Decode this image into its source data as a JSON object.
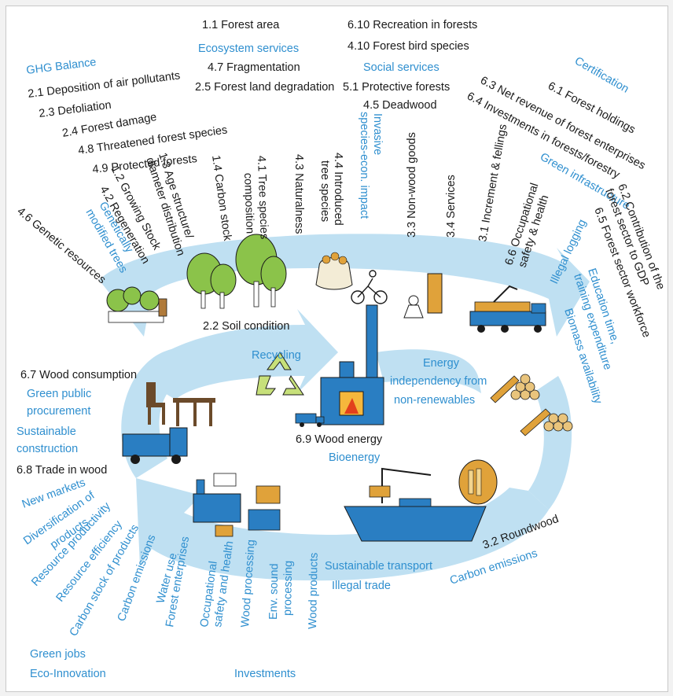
{
  "colors": {
    "cycle": "#bfe0f2",
    "text": "#1a1a1a",
    "accent": "#2f8fcf",
    "illustration": "#2a7ec2"
  },
  "top_labels": {
    "forest_area": "1.1 Forest area",
    "ecosystem_services": "Ecosystem services",
    "fragmentation": "4.7 Fragmentation",
    "land_degradation": "2.5 Forest land degradation",
    "recreation": "6.10 Recreation in forests",
    "bird_species": "4.10 Forest bird species",
    "social_services": "Social services",
    "protective_forests": "5.1 Protective forests",
    "deadwood": "4.5 Deadwood"
  },
  "upper_left_labels": {
    "ghg_balance": "GHG Balance",
    "air_pollutants": "2.1 Deposition of air pollutants",
    "defoliation": "2.3 Defoliation",
    "forest_damage": "2.4 Forest damage",
    "threatened_species": "4.8 Threatened forest species",
    "protected_forests": "4.9 Protected forests"
  },
  "upper_right_labels": {
    "certification": "Certification",
    "forest_holdings": "6.1 Forest holdings",
    "net_revenue": "6.3 Net revenue of forest enterprises",
    "investments": "6.4 Investments in forests/forestry",
    "green_infrastructure": "Green infrastructure"
  },
  "vertical_labels": {
    "genetic_resources": "4.6 Genetic resources",
    "gm_trees_1": "Genetically",
    "gm_trees_2": "modified trees",
    "regeneration": "4.2 Regeneration",
    "growing_stock": "1.2 Growing Stock",
    "age_structure_1": "1.3 Age structure/",
    "age_structure_2": "diameter distribution",
    "carbon_stock": "1.4 Carbon stock",
    "tree_species_1": "4.1 Tree species",
    "tree_species_2": "composition",
    "naturalness": "4.3 Naturalness",
    "introduced_1": "4.4 Introduced",
    "introduced_2": "tree species",
    "invasive_1": "Invasive",
    "invasive_2": "species-econ. impact",
    "non_wood": "3.3 Non-wood goods",
    "services": "3.4 Services",
    "increment": "3.1 Increment & fellings",
    "occupational_1": "6.6 Occupational",
    "occupational_2": "safety & health",
    "illegal_logging": "Illegal logging"
  },
  "right_labels": {
    "contribution_1": "6.2 Contribution of the",
    "contribution_2": "forest sector to GDP",
    "workforce": "6.5 Forest sector workforce",
    "education_1": "Education time,",
    "education_2": "training expenditure",
    "biomass": "Biomass availability"
  },
  "center_labels": {
    "soil_condition": "2.2 Soil condition",
    "recycling": "Recycling",
    "energy_1": "Energy",
    "energy_2": "independency from",
    "energy_3": "non-renewables",
    "wood_energy": "6.9 Wood energy",
    "bioenergy": "Bioenergy"
  },
  "left_labels": {
    "wood_consumption": "6.7 Wood consumption",
    "green_procurement_1": "Green public",
    "green_procurement_2": "procurement",
    "sustainable_construction_1": "Sustainable",
    "sustainable_construction_2": "construction",
    "trade_in_wood": "6.8 Trade in wood"
  },
  "lower_left_labels": {
    "new_markets": "New markets",
    "diversification_1": "Diversification of",
    "diversification_2": "products",
    "resource_productivity": "Resource productivity",
    "resource_efficiency": "Resource efficiency",
    "carbon_stock_products": "Carbon stock of products",
    "carbon_emissions": "Carbon emissions",
    "water_use": "Water use",
    "forest_enterprises": "Forest enterprises",
    "occupational_1": "Occupational",
    "occupational_2": "safety and health",
    "wood_processing": "Wood processing",
    "env_sound_1": "Env. sound",
    "env_sound_2": "processing",
    "wood_products": "Wood products",
    "green_jobs": "Green jobs",
    "eco_innovation": "Eco-Innovation",
    "investments": "Investments"
  },
  "bottom_right_labels": {
    "roundwood": "3.2 Roundwood",
    "sustainable_transport": "Sustainable transport",
    "illegal_trade": "Illegal trade",
    "carbon_emissions": "Carbon emissions"
  },
  "icons": [
    "shrub-icon",
    "tree-group-icon",
    "nut-sack-icon",
    "cyclist-icon",
    "logger-icon",
    "logging-truck-icon",
    "recycling-icon",
    "power-plant-icon",
    "small-truck-icon",
    "wood-pile-icon",
    "log-cross-section-icon",
    "ship-icon",
    "factory-icon",
    "furniture-icon",
    "delivery-truck-icon"
  ]
}
